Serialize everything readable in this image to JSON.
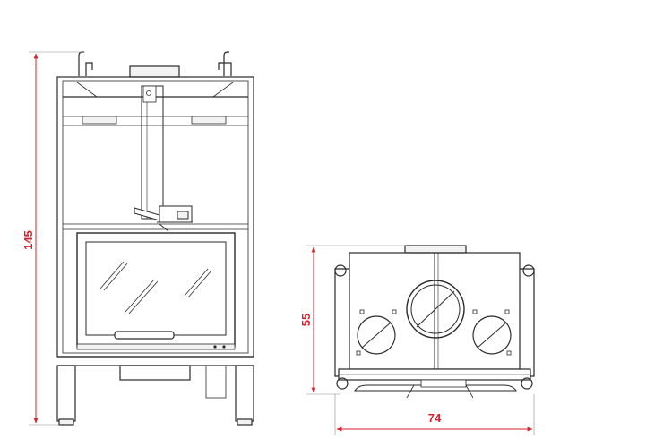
{
  "colors": {
    "dimension": "#d9202f",
    "line": "#2a2a2a",
    "light": "#8a8a8a",
    "fill_light": "#f2f2f2",
    "background": "#ffffff"
  },
  "front_view": {
    "height_label": "145"
  },
  "top_view": {
    "depth_label": "55",
    "width_label": "74"
  }
}
